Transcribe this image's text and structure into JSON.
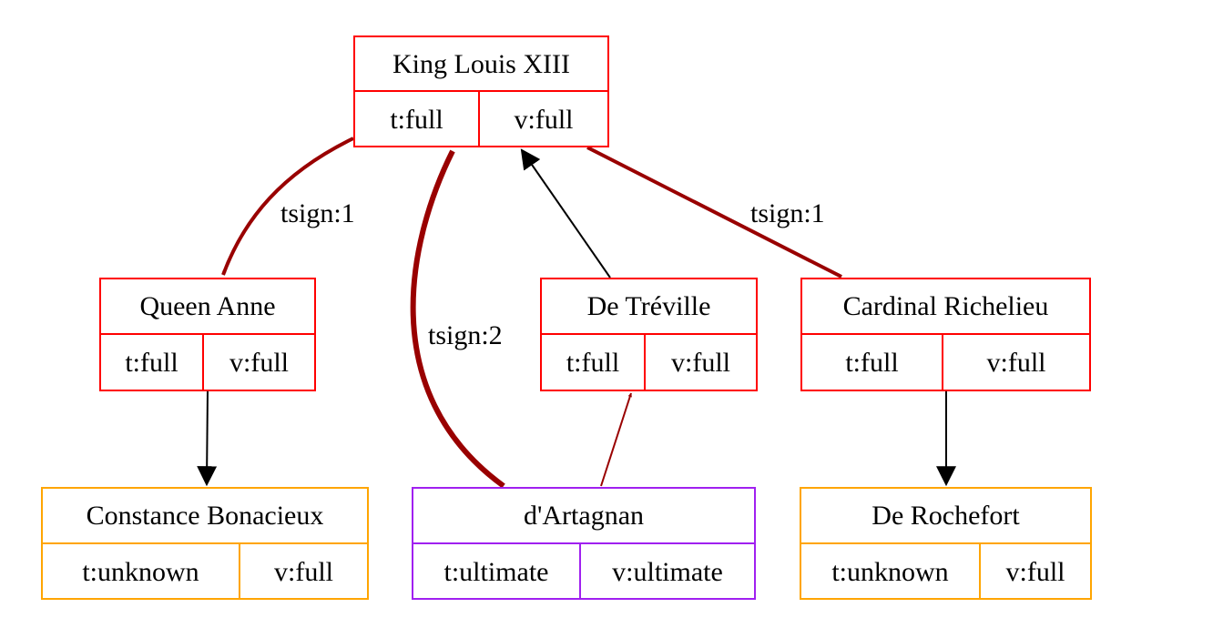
{
  "colors": {
    "full": "#ff0000",
    "unknown": "#ffa500",
    "ultimate": "#a020f0",
    "signature_edge": "#990000",
    "plain_edge": "#000000"
  },
  "nodes": {
    "king": {
      "name": "King Louis XIII",
      "trust": "t:full",
      "validity": "v:full"
    },
    "queen": {
      "name": "Queen Anne",
      "trust": "t:full",
      "validity": "v:full"
    },
    "treville": {
      "name": "De Tréville",
      "trust": "t:full",
      "validity": "v:full"
    },
    "richelieu": {
      "name": "Cardinal Richelieu",
      "trust": "t:full",
      "validity": "v:full"
    },
    "constance": {
      "name": "Constance Bonacieux",
      "trust": "t:unknown",
      "validity": "v:full"
    },
    "dartagnan": {
      "name": "d'Artagnan",
      "trust": "t:ultimate",
      "validity": "v:ultimate"
    },
    "rochefort": {
      "name": "De Rochefort",
      "trust": "t:unknown",
      "validity": "v:full"
    }
  },
  "edges": {
    "king_queen": {
      "label": "tsign:1"
    },
    "king_richelieu": {
      "label": "tsign:1"
    },
    "dartagnan_king": {
      "label": "tsign:2"
    }
  }
}
